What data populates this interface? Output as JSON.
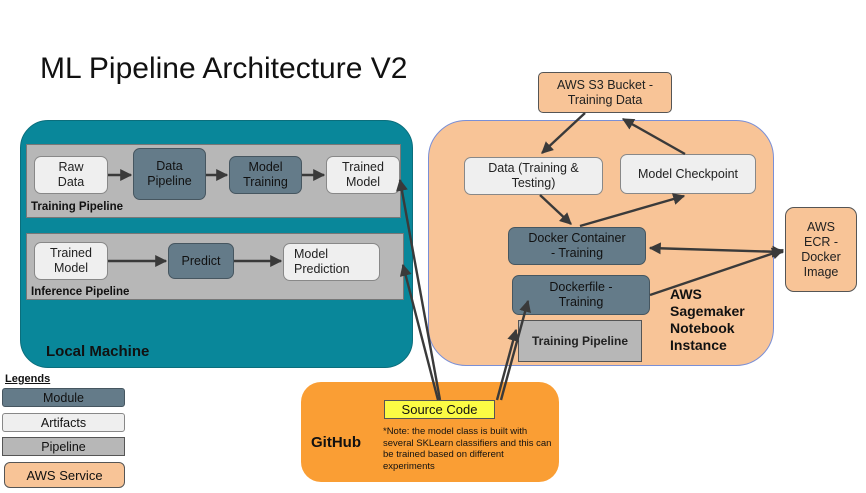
{
  "title": "ML Pipeline Architecture V2",
  "regions": {
    "local": "Local Machine",
    "aws": [
      "AWS",
      "Sagemaker",
      "Notebook",
      "Instance"
    ],
    "github": "GitHub"
  },
  "training_pipeline": {
    "label": "Training Pipeline",
    "raw_data": [
      "Raw",
      "Data"
    ],
    "data_pipeline": [
      "Data",
      "Pipeline"
    ],
    "model_training": [
      "Model",
      "Training"
    ],
    "trained_model": [
      "Trained",
      "Model"
    ]
  },
  "inference_pipeline": {
    "label": "Inference Pipeline",
    "trained_model": [
      "Trained",
      "Model"
    ],
    "predict": "Predict",
    "model_prediction": [
      "Model",
      "Prediction"
    ]
  },
  "aws_nodes": {
    "s3_bucket": [
      "AWS S3 Bucket -",
      "Training Data"
    ],
    "data_training_testing": [
      "Data (Training &",
      "Testing)"
    ],
    "model_checkpoint": "Model Checkpoint",
    "docker_container": [
      "Docker Container",
      "- Training"
    ],
    "dockerfile": [
      "Dockerfile -",
      "Training"
    ],
    "training_pipeline": "Training Pipeline",
    "ecr": [
      "AWS",
      "ECR -",
      "Docker",
      "Image"
    ]
  },
  "github": {
    "source_code": "Source Code",
    "note": "*Note: the model class is built with several SKLearn classifiers and this can be trained based on different experiments"
  },
  "legend": {
    "title": "Legends",
    "items": [
      "Module",
      "Artifacts",
      "Pipeline",
      "AWS Service"
    ]
  },
  "colors": {
    "local_region": "#09879a",
    "aws_region": "#f8c497",
    "github_region": "#fa9e34",
    "module": "#647b89",
    "artifact": "#efefef",
    "pipeline": "#b7b7b7",
    "source_code": "#fbfb44",
    "arrow": "#3a3a3a"
  }
}
